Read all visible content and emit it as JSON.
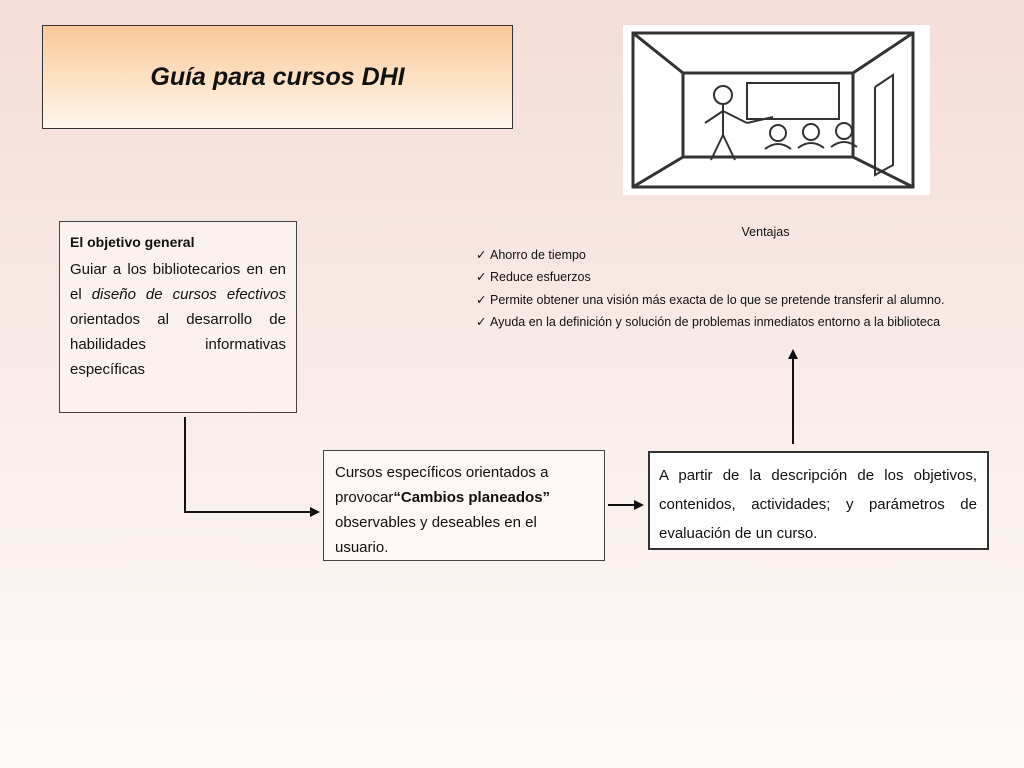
{
  "title": "Guía para cursos DHI",
  "objetivo": {
    "heading": "El objetivo general",
    "text_1": "Guiar a los bibliotecarios en en el ",
    "text_em": "diseño de cursos efectivos",
    "text_2": " orientados al desarrollo de habilidades informativas específicas"
  },
  "ventajas": {
    "heading": "Ventajas",
    "items": [
      "Ahorro de tiempo",
      "Reduce esfuerzos",
      "Permite obtener una visión más exacta de lo que se pretende transferir al alumno.",
      "Ayuda en la definición y solución de problemas inmediatos entorno a la  biblioteca"
    ]
  },
  "cursos": {
    "text_1": "Cursos específicos orientados a provocar",
    "text_bold": "“Cambios planeados”",
    "text_2": " observables  y deseables en el usuario."
  },
  "partir": {
    "text": "A partir de la descripción de los objetivos, contenidos, actividades; y parámetros de evaluación de un curso."
  },
  "icons": {
    "check": "✓",
    "picture": "classroom-sketch-icon"
  }
}
